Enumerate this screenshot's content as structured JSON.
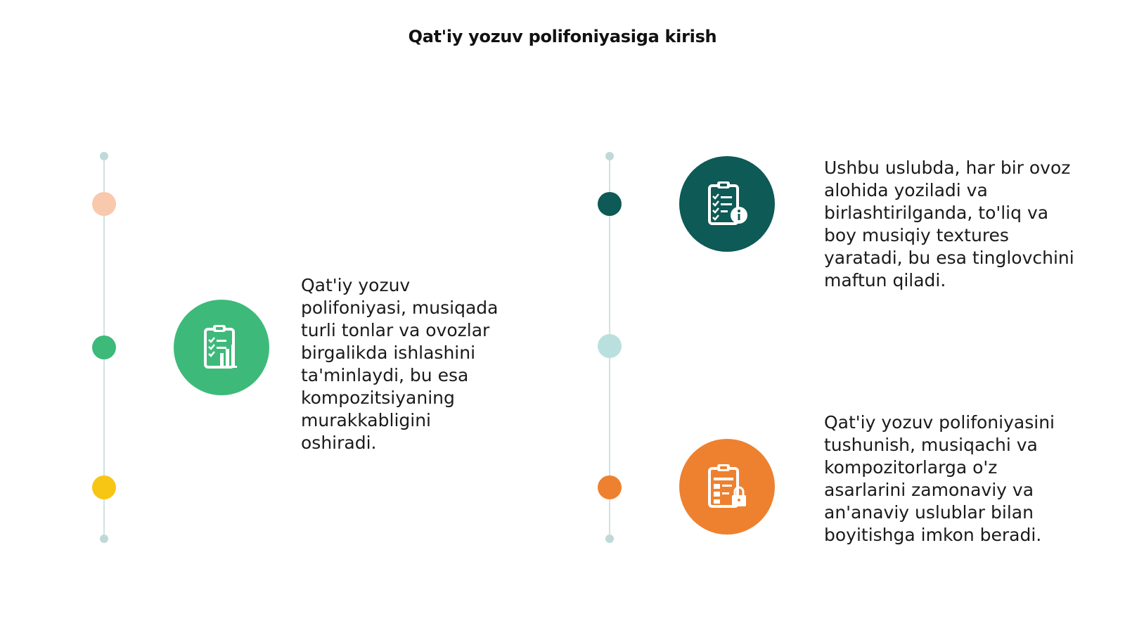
{
  "title": "Qat'iy yozuv polifoniyasiga kirish",
  "colors": {
    "track": "#cfe3e3",
    "peach": "#f9c9ad",
    "green": "#3dba7a",
    "yellow": "#f7c614",
    "dark_teal": "#0d5a56",
    "light_teal": "#b9e0de",
    "orange": "#ee8130"
  },
  "items": [
    {
      "text": "Qat'iy yozuv\npolifoniyasi, musiqada\nturli tonlar va ovozlar\nbirgalikda ishlashini\nta'minlaydi, bu esa\nkompozitsiyaning\nmurakkabligini\noshiradi.",
      "icon": "clipboard-chart-icon",
      "color": "#3dba7a"
    },
    {
      "text": "Ushbu uslubda, har bir ovoz\nalohida yoziladi va\nbirlashtirilganda, to'liq va\nboy musiqiy textures\nyaratadi, bu esa tinglovchini\nmaftun qiladi.",
      "icon": "clipboard-info-icon",
      "color": "#0d5a56"
    },
    {
      "text": "Qat'iy yozuv polifoniyasini\ntushunish, musiqachi va\nkompozitorlarga o'z\nasarlarini zamonaviy va\nan'anaviy uslublar bilan\nboyitishga imkon beradi.",
      "icon": "clipboard-lock-icon",
      "color": "#ee8130"
    }
  ]
}
